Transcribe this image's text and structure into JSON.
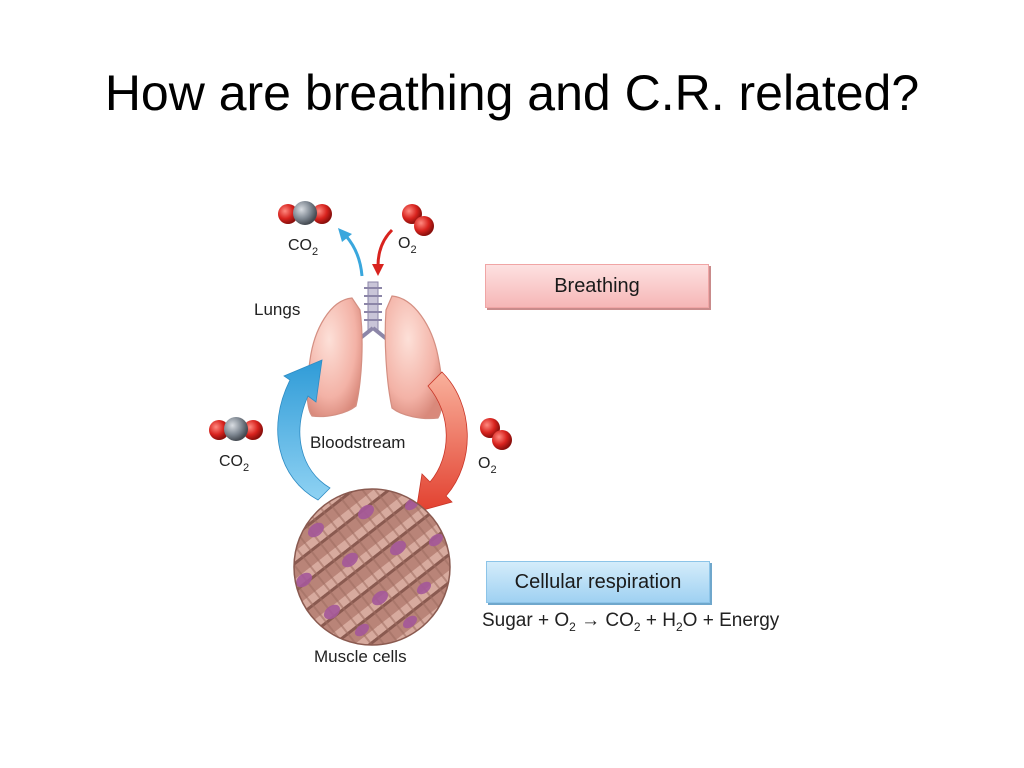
{
  "slide": {
    "title": "How are breathing and C.R. related?"
  },
  "diagram": {
    "top_co2": {
      "text": "CO",
      "sub": "2"
    },
    "top_o2": {
      "text": "O",
      "sub": "2"
    },
    "left_co2": {
      "text": "CO",
      "sub": "2"
    },
    "right_o2": {
      "text": "O",
      "sub": "2"
    },
    "lungs_label": "Lungs",
    "bloodstream_label": "Bloodstream",
    "muscle_label": "Muscle cells",
    "breathing_box": "Breathing",
    "cr_box": "Cellular respiration",
    "equation": {
      "p1": "Sugar + O",
      "s1": "2",
      "arrow": "→",
      "p2": " CO",
      "s2": "2",
      "p3": " + H",
      "s3": "2",
      "p4": "O + Energy"
    },
    "colors": {
      "co2_arrow": "#3aa7dd",
      "o2_arrow": "#e0403a",
      "lung": "#f5b8ac",
      "muscle": "#b07b70",
      "nucleus": "#a5589a"
    }
  }
}
